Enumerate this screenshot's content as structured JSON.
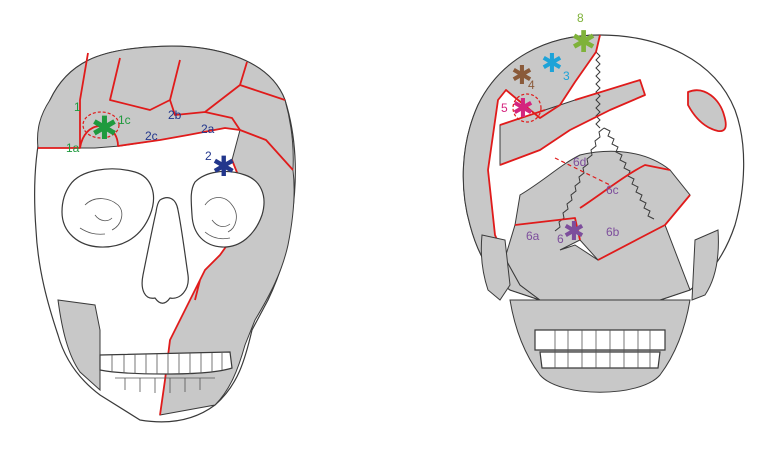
{
  "palette": {
    "bone_gray": "#c8c8c8",
    "fracture_red": "#e01b1b",
    "outline": "#3a3a3a",
    "green": "#1f9a3e",
    "navy": "#22368c",
    "light_green": "#7fb23a",
    "cyan": "#1ea3d8",
    "brown": "#8a5a3a",
    "magenta": "#d4257e",
    "purple": "#7d4e9c"
  },
  "frontal_view": {
    "labels": {
      "l1": "1",
      "l1a": "1a",
      "l1c": "1c",
      "l2": "2",
      "l2a": "2a",
      "l2b": "2b",
      "l2c": "2c"
    }
  },
  "posterior_view": {
    "labels": {
      "l3": "3",
      "l4": "4",
      "l5": "5",
      "l6": "6",
      "l6a": "6a",
      "l6b": "6b",
      "l6c": "6c",
      "l6d": "6d",
      "l8": "8"
    }
  },
  "icons": {
    "impact_marker": "asterisk-icon"
  }
}
